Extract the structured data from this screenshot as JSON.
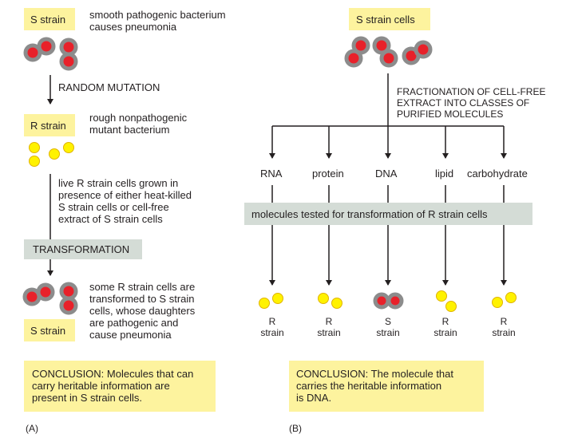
{
  "panel_a": {
    "s_strain_label": "S strain",
    "s_strain_desc_1": "smooth pathogenic bacterium",
    "s_strain_desc_2": "causes pneumonia",
    "mutation_label": "RANDOM MUTATION",
    "r_strain_label": "R strain",
    "r_strain_desc_1": "rough nonpathogenic",
    "r_strain_desc_2": "mutant bacterium",
    "growth_desc_1": "live R strain cells grown in",
    "growth_desc_2": "presence of either heat-killed",
    "growth_desc_3": "S strain cells or cell-free",
    "growth_desc_4": "extract of S strain cells",
    "transformation_label": "TRANSFORMATION",
    "result_desc_1": "some R strain cells are",
    "result_desc_2": "transformed to S strain",
    "result_desc_3": "cells, whose daughters",
    "result_desc_4": "are pathogenic and",
    "result_desc_5": "cause pneumonia",
    "s_strain_result_label": "S strain",
    "conclusion_1": "CONCLUSION: Molecules that can",
    "conclusion_2": "carry heritable information are",
    "conclusion_3": "present in S strain cells.",
    "panel_letter": "(A)"
  },
  "panel_b": {
    "s_cells_label": "S strain cells",
    "fractionation_1": "FRACTIONATION OF CELL-FREE",
    "fractionation_2": "EXTRACT INTO CLASSES OF",
    "fractionation_3": "PURIFIED MOLECULES",
    "molecules": [
      "RNA",
      "protein",
      "DNA",
      "lipid",
      "carbohydrate"
    ],
    "tested_label": "molecules tested for transformation of R strain cells",
    "results": [
      {
        "letter": "R",
        "word": "strain"
      },
      {
        "letter": "R",
        "word": "strain"
      },
      {
        "letter": "S",
        "word": "strain"
      },
      {
        "letter": "R",
        "word": "strain"
      },
      {
        "letter": "R",
        "word": "strain"
      }
    ],
    "conclusion_1": "CONCLUSION: The molecule that",
    "conclusion_2": "carries the heritable information",
    "conclusion_3": "is DNA.",
    "panel_letter": "(B)"
  },
  "colors": {
    "label_box": "#fdf39e",
    "process_box": "#d4dcd6",
    "s_cell_fill": "#e8212a",
    "s_cell_capsule": "#8c8c8c",
    "r_cell_fill": "#fff200"
  }
}
